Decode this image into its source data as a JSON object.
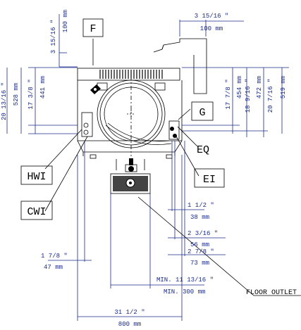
{
  "labels": {
    "F": "F",
    "G": "G",
    "EQ": "EQ",
    "EI": "EI",
    "HWI": "HWI",
    "CWI": "CWI",
    "floor_outlet": "FLOOR OUTLET"
  },
  "dims": {
    "top_left_in": "3 15/16 \"",
    "top_left_mm": "100 mm",
    "top_right_in": "3 15/16 \"",
    "top_right_mm": "100 mm",
    "left_a_in": "20 13/16 \"",
    "left_a_mm": "528 mm",
    "left_b_in": "17 3/8 \"",
    "left_b_mm": "441 mm",
    "right_a_in": "17 7/8 \"",
    "right_a_mm": "454 mm",
    "right_b_in": "18 9/16 \"",
    "right_b_mm": "472 mm",
    "right_c_in": "20 7/16 \"",
    "right_c_mm": "519 mm",
    "r1_in": "1 1/2 \"",
    "r1_mm": "38 mm",
    "r2_in": "2 3/16 \"",
    "r2_mm": "56 mm",
    "r3_in": "2 7/8 \"",
    "r3_mm": "73 mm",
    "l1_in": "1 7/8 \"",
    "l1_mm": "47 mm",
    "min_in": "MIN. 11 13/16 \"",
    "min_mm": "MIN. 300 mm",
    "bottom_in": "31 1/2 \"",
    "bottom_mm": "800 mm"
  }
}
